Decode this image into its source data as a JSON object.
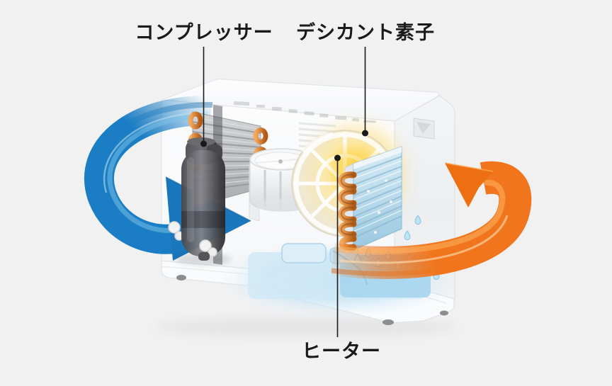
{
  "background_color": "#f1f1f2",
  "labels": {
    "compressor": "コンプレッサー",
    "desiccant_element": "デシカント素子",
    "heater": "ヒーター"
  },
  "colors": {
    "label_text": "#1a1a1a",
    "leader_line": "#1a1a1a",
    "intake_arrow": "#1b7ec4",
    "exhaust_arrow": "#f0751d",
    "heater_glow": "#ffd34a",
    "water": "#a9d7ee",
    "copper_tube": "#c8722c",
    "compressor_body": "#4a4a4d",
    "unit_body": "#fcfcfd"
  },
  "components": [
    "dehumidifier-body",
    "compressor",
    "condenser-coil",
    "circulation-fan",
    "desiccant-wheel",
    "heater-glow",
    "evaporator-coil",
    "water-tank",
    "intake-airflow-arrow",
    "exhaust-airflow-arrow"
  ]
}
